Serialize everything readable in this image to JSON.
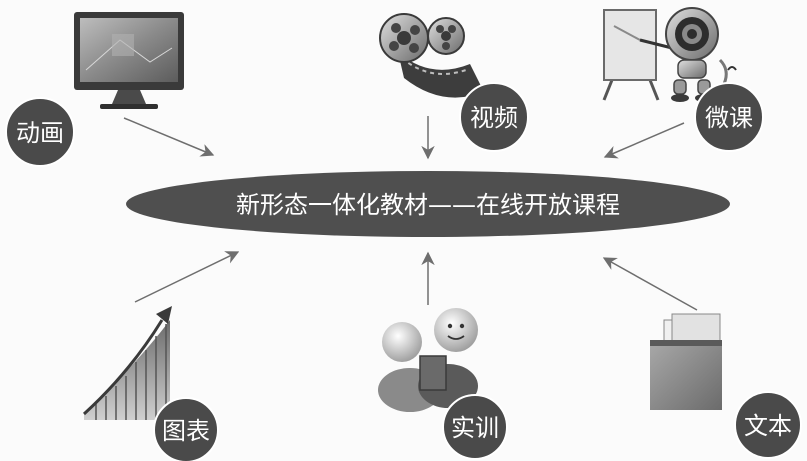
{
  "center": {
    "title": "新形态一体化教材——在线开放课程"
  },
  "nodes": [
    {
      "id": "animation",
      "label": "动画",
      "icon": "monitor-icon"
    },
    {
      "id": "video",
      "label": "视频",
      "icon": "film-reel-icon"
    },
    {
      "id": "microcourse",
      "label": "微课",
      "icon": "robot-presenter-icon"
    },
    {
      "id": "chart",
      "label": "图表",
      "icon": "rising-bar-chart-icon"
    },
    {
      "id": "training",
      "label": "实训",
      "icon": "people-handshake-icon"
    },
    {
      "id": "text",
      "label": "文本",
      "icon": "document-folder-icon"
    }
  ],
  "colors": {
    "ellipse": "#4f4f4f",
    "badge": "#4a4a4a",
    "arrow": "#6e6e6e",
    "text_on_dark": "#ffffff"
  }
}
